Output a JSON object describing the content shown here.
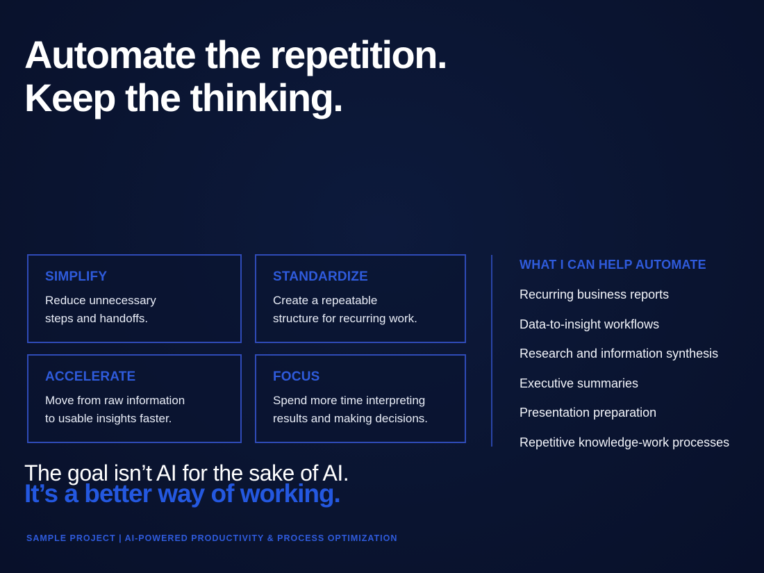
{
  "headline": {
    "line1": "Automate the repetition.",
    "line2": "Keep the thinking."
  },
  "cards": [
    {
      "title": "SIMPLIFY",
      "line1": "Reduce unnecessary",
      "line2": "steps and handoffs."
    },
    {
      "title": "STANDARDIZE",
      "line1": "Create a repeatable",
      "line2": "structure for recurring work."
    },
    {
      "title": "ACCELERATE",
      "line1": "Move from raw information",
      "line2": "to usable insights faster."
    },
    {
      "title": "FOCUS",
      "line1": "Spend more time interpreting",
      "line2": "results and making decisions."
    }
  ],
  "automate": {
    "heading": "WHAT I CAN HELP AUTOMATE",
    "items": [
      "Recurring business reports",
      "Data-to-insight workflows",
      "Research and information synthesis",
      "Executive summaries",
      "Presentation preparation",
      "Repetitive knowledge-work processes"
    ]
  },
  "closing": {
    "goal": "The goal isn’t AI for the sake of AI.",
    "better": "It’s a better way of working."
  },
  "footer": "SAMPLE PROJECT | AI-POWERED PRODUCTIVITY & PROCESS OPTIMIZATION",
  "colors": {
    "background": "#0b1533",
    "accent": "#2f5bdc",
    "card_border": "#2f4bb8",
    "text": "#ffffff"
  }
}
